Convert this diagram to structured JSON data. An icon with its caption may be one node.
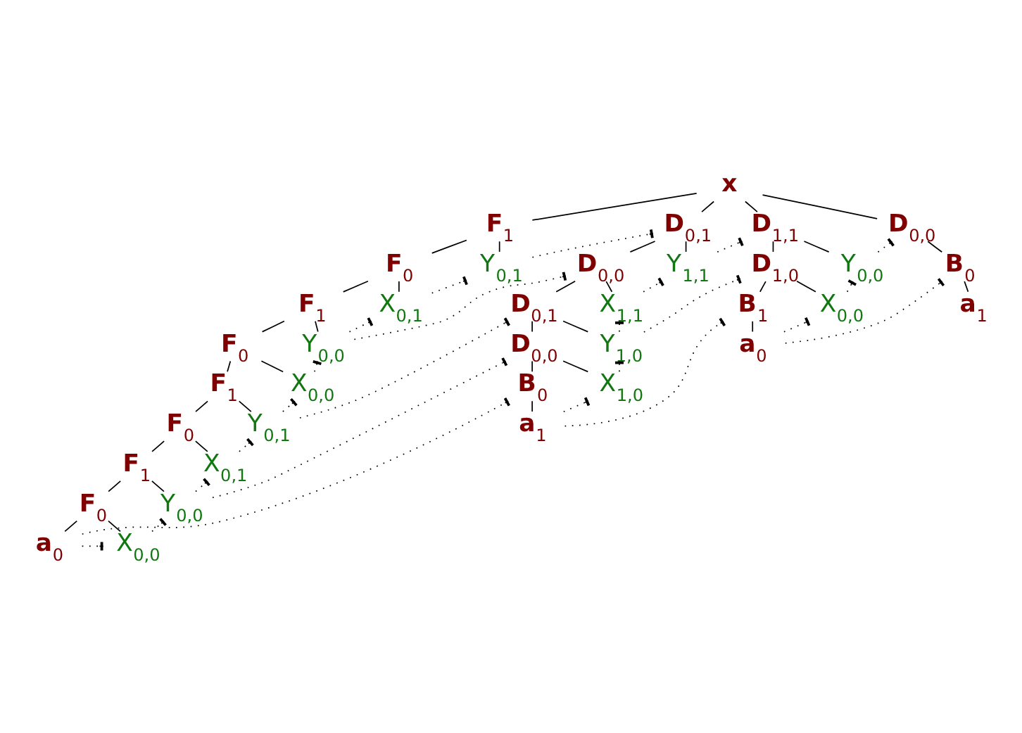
{
  "diagram": {
    "nodes": [
      {
        "text": [
          "x"
        ]
      },
      {
        "text": [
          "F$_{1}$"
        ]
      },
      {
        "text": [
          "F$_{0}$"
        ]
      },
      {
        "text": [
          "F$_{1}$"
        ]
      },
      {
        "text": [
          "F$_{0}$"
        ]
      },
      {
        "text": [
          "F$_{1}$"
        ]
      },
      {
        "text": [
          "F$_{0}$"
        ]
      },
      {
        "text": [
          "F$_{1}$"
        ]
      },
      {
        "text": [
          "F$_{0}$"
        ]
      },
      {
        "text": [
          "a$_{0}$"
        ]
      },
      {
        "text": [
          "Y$_{0,1}$"
        ]
      },
      {
        "text": [
          "X$_{0,1}$"
        ]
      },
      {
        "text": [
          "Y$_{0,0}$"
        ]
      },
      {
        "text": [
          "X$_{0,0}$"
        ]
      },
      {
        "text": [
          "Y$_{0,1}$"
        ]
      },
      {
        "text": [
          "X$_{0,1}$"
        ]
      },
      {
        "text": [
          "Y$_{0,0}$"
        ]
      },
      {
        "text": [
          "X$_{0,0}$"
        ]
      },
      {
        "text": [
          "D$_{0,1}$"
        ]
      },
      {
        "text": [
          "D$_{0,0}$"
        ]
      },
      {
        "text": [
          "D$_{0,1}$"
        ]
      },
      {
        "text": [
          "D$_{0,0}$"
        ]
      },
      {
        "text": [
          "B$_{0}$"
        ]
      },
      {
        "text": [
          "a$_{1}$"
        ]
      },
      {
        "text": [
          "Y$_{1,1}$"
        ]
      },
      {
        "text": [
          "X$_{1,1}$"
        ]
      },
      {
        "text": [
          "Y$_{1,0}$"
        ]
      },
      {
        "text": [
          "X$_{1,0}$"
        ]
      },
      {
        "text": [
          "D$_{1,1}$"
        ]
      },
      {
        "text": [
          "D$_{1,0}$"
        ]
      },
      {
        "text": [
          "B$_{1}$"
        ]
      },
      {
        "text": [
          "a$_{0}$"
        ]
      },
      {
        "text": [
          "Y$_{0,0}$"
        ]
      },
      {
        "text": [
          "X$_{0,0}$"
        ]
      },
      {
        "text": [
          "D$_{0,0}$"
        ]
      },
      {
        "text": [
          "B$_{0}$"
        ]
      },
      {
        "text": [
          "a$_{1}$"
        ]
      }
    ],
    "edges": [
      {
        "from": 0,
        "to": 1,
        "arrow": "none"
      },
      {
        "from": 1,
        "to": 2,
        "arrow": "none"
      },
      {
        "from": 2,
        "to": 3,
        "arrow": "none"
      },
      {
        "from": 3,
        "to": 4,
        "arrow": "none"
      },
      {
        "from": 4,
        "to": 5,
        "arrow": "none"
      },
      {
        "from": 5,
        "to": 6,
        "arrow": "none"
      },
      {
        "from": 6,
        "to": 7,
        "arrow": "none"
      },
      {
        "from": 7,
        "to": 8,
        "arrow": "none"
      },
      {
        "from": 8,
        "to": 9,
        "arrow": "none"
      },
      {
        "from": 0,
        "to": 18,
        "arrow": "none"
      },
      {
        "from": 0,
        "to": 28,
        "arrow": "none"
      },
      {
        "from": 0,
        "to": 34,
        "arrow": "none"
      },
      {
        "from": 1,
        "to": 10,
        "arrow": "none"
      },
      {
        "from": 2,
        "to": 11,
        "arrow": "none"
      },
      {
        "from": 3,
        "to": 12,
        "arrow": "none"
      },
      {
        "from": 4,
        "to": 13,
        "arrow": "none"
      },
      {
        "from": 5,
        "to": 14,
        "arrow": "none"
      },
      {
        "from": 6,
        "to": 15,
        "arrow": "none"
      },
      {
        "from": 7,
        "to": 16,
        "arrow": "none"
      },
      {
        "from": 8,
        "to": 17,
        "arrow": "none"
      },
      {
        "from": 18,
        "to": 19,
        "arrow": "none"
      },
      {
        "from": 19,
        "to": 20,
        "arrow": "none"
      },
      {
        "from": 20,
        "to": 21,
        "arrow": "none"
      },
      {
        "from": 21,
        "to": 22,
        "arrow": "none"
      },
      {
        "from": 22,
        "to": 23,
        "arrow": "none"
      },
      {
        "from": 18,
        "to": 24,
        "arrow": "none"
      },
      {
        "from": 19,
        "to": 25,
        "arrow": "none"
      },
      {
        "from": 20,
        "to": 26,
        "arrow": "none"
      },
      {
        "from": 21,
        "to": 27,
        "arrow": "none"
      },
      {
        "from": 28,
        "to": 29,
        "arrow": "none"
      },
      {
        "from": 29,
        "to": 30,
        "arrow": "none"
      },
      {
        "from": 30,
        "to": 31,
        "arrow": "none"
      },
      {
        "from": 28,
        "to": 32,
        "arrow": "none"
      },
      {
        "from": 29,
        "to": 33,
        "arrow": "none"
      },
      {
        "from": 34,
        "to": 35,
        "arrow": "none"
      },
      {
        "from": 35,
        "to": 36,
        "arrow": "none"
      },
      {
        "from": 10,
        "to": 18,
        "arrow": "other",
        "style": "dashed"
      },
      {
        "from": 11,
        "to": 10,
        "arrow": "other",
        "style": "dashed"
      },
      {
        "from": 12,
        "to": 11,
        "arrow": "other",
        "style": "dashed"
      },
      {
        "from": 13,
        "to": 12,
        "arrow": "other",
        "style": "dashed"
      },
      {
        "from": 14,
        "to": 13,
        "arrow": "other",
        "style": "dashed"
      },
      {
        "from": 15,
        "to": 14,
        "arrow": "other",
        "style": "dashed"
      },
      {
        "from": 16,
        "to": 15,
        "arrow": "other",
        "style": "dashed"
      },
      {
        "from": 17,
        "to": 16,
        "arrow": "other",
        "style": "dashed"
      },
      {
        "from": 9,
        "to": 17,
        "arrow": "other",
        "style": "dashed"
      },
      {
        "from": 12,
        "to": 19,
        "arrow": "other",
        "style": "dashed"
      },
      {
        "from": 14,
        "to": 20,
        "arrow": "other",
        "style": "dashed"
      },
      {
        "from": 16,
        "to": 21,
        "arrow": "other",
        "style": "dashed"
      },
      {
        "from": 9,
        "to": 22,
        "arrow": "other",
        "style": "dashed"
      },
      {
        "from": 24,
        "to": 28,
        "arrow": "other",
        "style": "dashed"
      },
      {
        "from": 25,
        "to": 24,
        "arrow": "other",
        "style": "dashed"
      },
      {
        "from": 26,
        "to": 25,
        "arrow": "other",
        "style": "dashed"
      },
      {
        "from": 27,
        "to": 26,
        "arrow": "other",
        "style": "dashed"
      },
      {
        "from": 23,
        "to": 27,
        "arrow": "other",
        "style": "dashed"
      },
      {
        "from": 26,
        "to": 29,
        "arrow": "other",
        "style": "dashed"
      },
      {
        "from": 23,
        "to": 30,
        "arrow": "other",
        "style": "dashed"
      },
      {
        "from": 32,
        "to": 34,
        "arrow": "other",
        "style": "dashed"
      },
      {
        "from": 33,
        "to": 32,
        "arrow": "other",
        "style": "dashed"
      },
      {
        "from": 31,
        "to": 33,
        "arrow": "other",
        "style": "dashed"
      },
      {
        "from": 31,
        "to": 35,
        "arrow": "other",
        "style": "dashed"
      }
    ]
  }
}
